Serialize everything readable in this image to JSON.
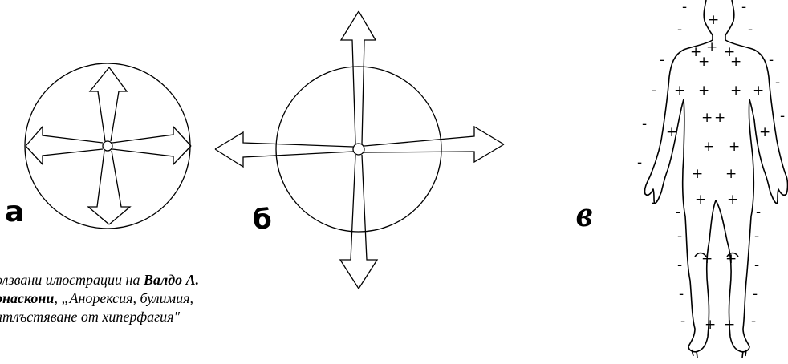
{
  "labels": {
    "a": "а",
    "b": "б",
    "v": "в"
  },
  "caption": {
    "line1_prefix": "олзвани илюстрации на  ",
    "line1_bold": "Валдо А.",
    "line2_bold": "рнаскони",
    "line2_rest": ", „Анорексия, булимия,",
    "line3": "атлъстяване от хиперфагия\""
  },
  "signs": {
    "plus": "+",
    "minus": "-"
  },
  "colors": {
    "ink": "#000000",
    "background": "#ffffff"
  }
}
